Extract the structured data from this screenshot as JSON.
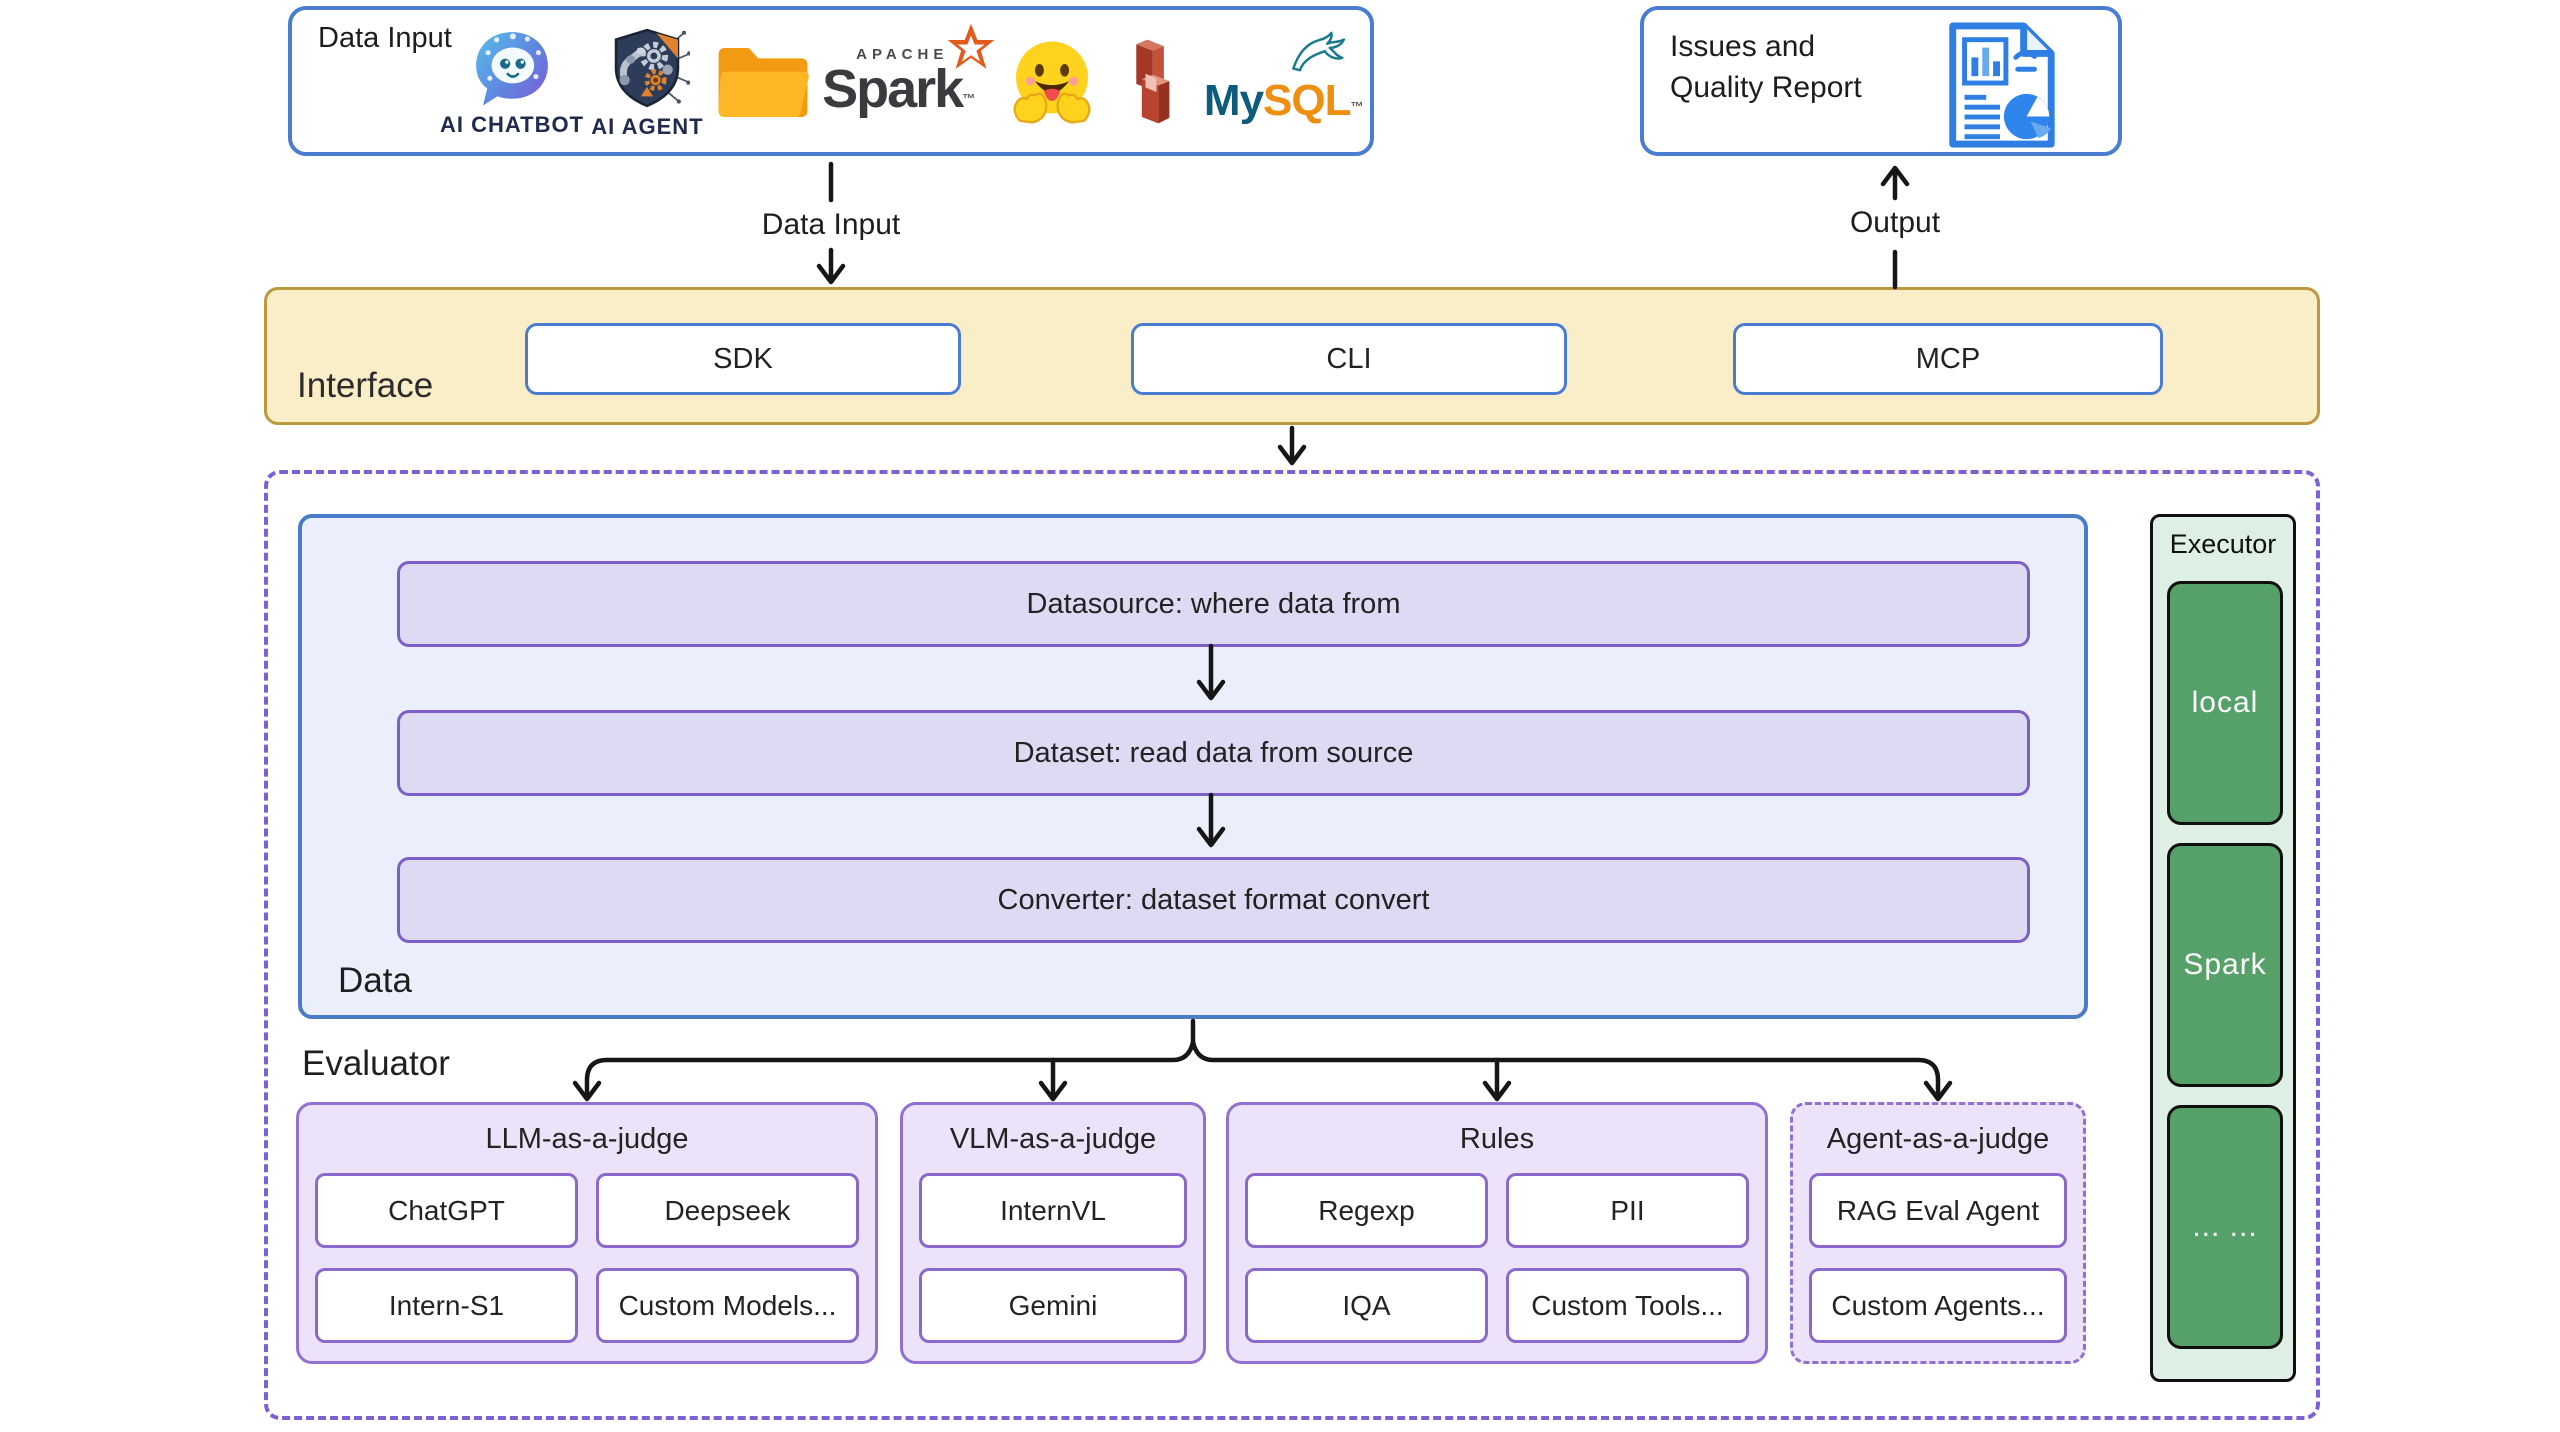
{
  "colors": {
    "blue_border": "#4a7cd2",
    "interface_fill": "#faeec9",
    "interface_border": "#bd993e",
    "data_panel_fill": "#eaeffb",
    "step_fill": "#dcdbf3",
    "step_border": "#7d5ec7",
    "judge_fill": "#ece2f9",
    "judge_border": "#9170d2",
    "outer_dashed_border": "#7b61d1",
    "executor_fill": "#def0e3",
    "executor_item_fill": "#56a169",
    "arrow": "#161616"
  },
  "data_input": {
    "label": "Data Input",
    "icons": [
      {
        "caption": "AI CHATBOT"
      },
      {
        "caption": "AI AGENT"
      },
      {},
      {
        "apache": "APACHE",
        "word": "Spark",
        "tm": "™"
      },
      {},
      {},
      {
        "my": "My",
        "sql": "SQL",
        "tm": "™"
      }
    ]
  },
  "report": {
    "line1": "Issues and",
    "line2": "Quality Report"
  },
  "flow": {
    "input_label": "Data Input",
    "output_label": "Output"
  },
  "interface": {
    "label": "Interface",
    "items": [
      "SDK",
      "CLI",
      "MCP"
    ]
  },
  "data_section": {
    "label": "Data",
    "steps": [
      "Datasource: where data from",
      "Dataset: read data from source",
      "Converter: dataset format convert"
    ]
  },
  "evaluator": {
    "label": "Evaluator",
    "groups": [
      {
        "title": "LLM-as-a-judge",
        "items": [
          "ChatGPT",
          "Deepseek",
          "Intern-S1",
          "Custom Models..."
        ]
      },
      {
        "title": "VLM-as-a-judge",
        "items": [
          "InternVL",
          "Gemini"
        ]
      },
      {
        "title": "Rules",
        "items": [
          "Regexp",
          "PII",
          "IQA",
          "Custom Tools..."
        ]
      },
      {
        "title": "Agent-as-a-judge",
        "items": [
          "RAG Eval Agent",
          "Custom Agents..."
        ]
      }
    ]
  },
  "executor": {
    "label": "Executor",
    "items": [
      "local",
      "Spark",
      "... ..."
    ]
  }
}
